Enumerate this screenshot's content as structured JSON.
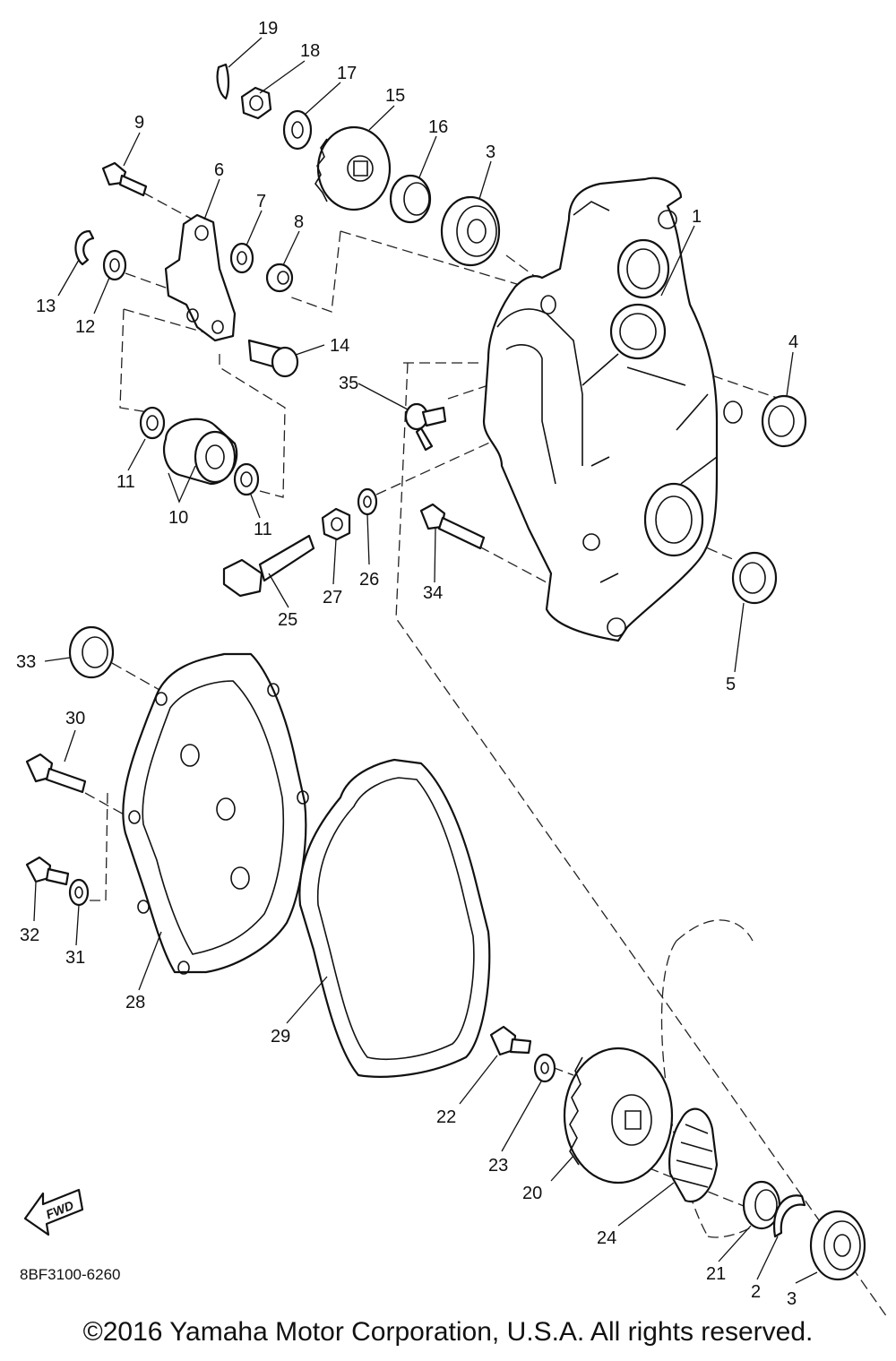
{
  "diagram": {
    "drawing_code": "8BF3100-6260",
    "direction_marker": "FWD",
    "callouts": [
      {
        "id": "c19",
        "text": "19"
      },
      {
        "id": "c18",
        "text": "18"
      },
      {
        "id": "c17",
        "text": "17"
      },
      {
        "id": "c15",
        "text": "15"
      },
      {
        "id": "c16",
        "text": "16"
      },
      {
        "id": "c3a",
        "text": "3"
      },
      {
        "id": "c9",
        "text": "9"
      },
      {
        "id": "c6",
        "text": "6"
      },
      {
        "id": "c7",
        "text": "7"
      },
      {
        "id": "c8",
        "text": "8"
      },
      {
        "id": "c1",
        "text": "1"
      },
      {
        "id": "c13",
        "text": "13"
      },
      {
        "id": "c12",
        "text": "12"
      },
      {
        "id": "c14",
        "text": "14"
      },
      {
        "id": "c4",
        "text": "4"
      },
      {
        "id": "c35",
        "text": "35"
      },
      {
        "id": "c11a",
        "text": "11"
      },
      {
        "id": "c10",
        "text": "10"
      },
      {
        "id": "c11b",
        "text": "11"
      },
      {
        "id": "c27",
        "text": "27"
      },
      {
        "id": "c26",
        "text": "26"
      },
      {
        "id": "c34",
        "text": "34"
      },
      {
        "id": "c25",
        "text": "25"
      },
      {
        "id": "c5",
        "text": "5"
      },
      {
        "id": "c33",
        "text": "33"
      },
      {
        "id": "c30",
        "text": "30"
      },
      {
        "id": "c32",
        "text": "32"
      },
      {
        "id": "c31",
        "text": "31"
      },
      {
        "id": "c28",
        "text": "28"
      },
      {
        "id": "c29",
        "text": "29"
      },
      {
        "id": "c22",
        "text": "22"
      },
      {
        "id": "c23",
        "text": "23"
      },
      {
        "id": "c20",
        "text": "20"
      },
      {
        "id": "c24",
        "text": "24"
      },
      {
        "id": "c21",
        "text": "21"
      },
      {
        "id": "c2",
        "text": "2"
      },
      {
        "id": "c3b",
        "text": "3"
      }
    ]
  },
  "footer": {
    "copyright": "©2016 Yamaha Motor Corporation, U.S.A. All rights reserved."
  }
}
